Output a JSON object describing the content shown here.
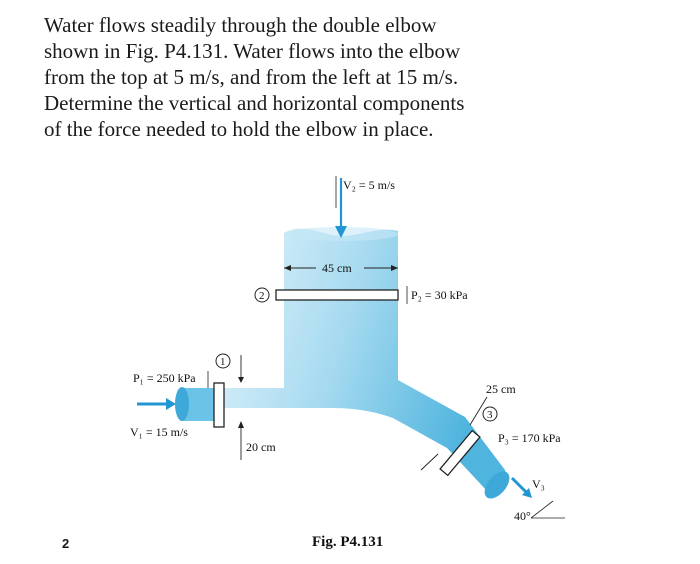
{
  "problem": {
    "lines": [
      "Water flows steadily through the double elbow",
      "shown in Fig. P4.131. Water flows into the elbow",
      "from the top at 5 m/s, and from the left at 15 m/s.",
      "Determine the vertical and horizontal components",
      "of the force needed to hold the elbow in place."
    ]
  },
  "figure": {
    "v2": "V₂ = 5 m/s",
    "width_top": "45 cm",
    "p2": "P₂ = 30 kPa",
    "p1": "P₁ = 250 kPa",
    "v1": "V₁ = 15 m/s",
    "diam_left": "20 cm",
    "diam_out": "25 cm",
    "p3": "P₃ = 170 kPa",
    "v3": "V₃",
    "angle": "40°",
    "sec1": "1",
    "sec2": "2",
    "sec3": "3",
    "caption": "Fig. P4.131"
  },
  "page_number": "2",
  "colors": {
    "water_light": "#d6eef8",
    "water_mid": "#8fd0ea",
    "water_dark": "#45b0dc",
    "arrow": "#2196d3"
  }
}
